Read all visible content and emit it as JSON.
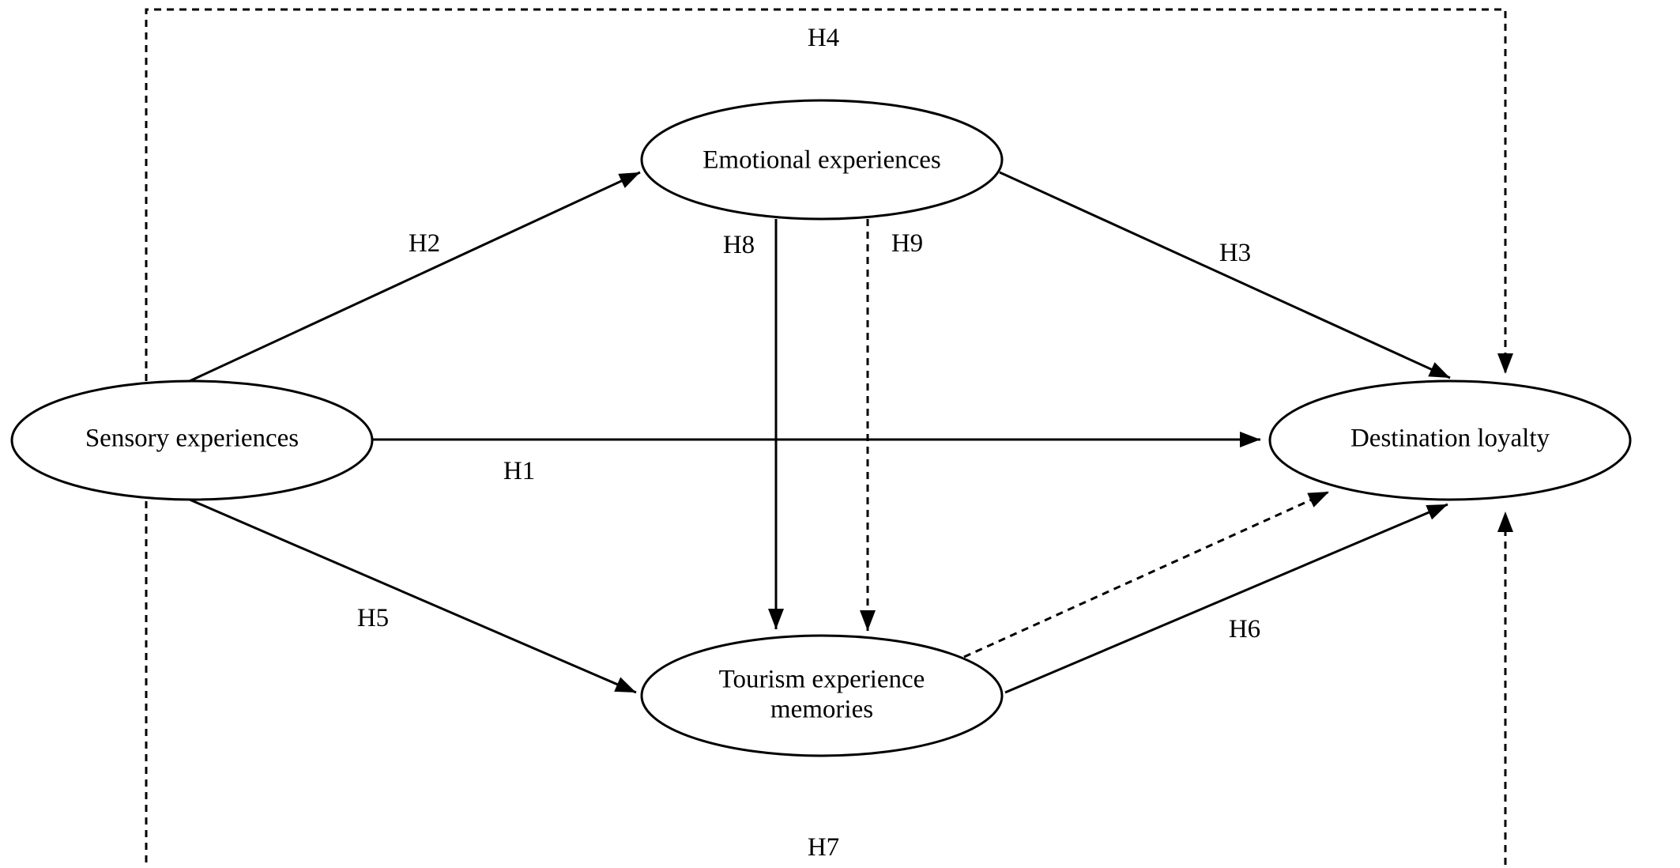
{
  "nodes": {
    "sensory": {
      "label": "Sensory experiences"
    },
    "emotional": {
      "label": "Emotional experiences"
    },
    "memories": {
      "label_line1": "Tourism experience",
      "label_line2": "memories"
    },
    "loyalty": {
      "label": "Destination loyalty"
    }
  },
  "edges": {
    "h1": {
      "label": "H1",
      "from": "Sensory experiences",
      "to": "Destination loyalty",
      "style": "solid"
    },
    "h2": {
      "label": "H2",
      "from": "Sensory experiences",
      "to": "Emotional experiences",
      "style": "solid"
    },
    "h3": {
      "label": "H3",
      "from": "Emotional experiences",
      "to": "Destination loyalty",
      "style": "solid"
    },
    "h4": {
      "label": "H4",
      "from": "Sensory experiences",
      "to": "Destination loyalty",
      "style": "dashed"
    },
    "h5": {
      "label": "H5",
      "from": "Sensory experiences",
      "to": "Tourism experience memories",
      "style": "solid"
    },
    "h6": {
      "label": "H6",
      "from": "Tourism experience memories",
      "to": "Destination loyalty",
      "style": "solid"
    },
    "h7": {
      "label": "H7",
      "from": "Sensory experiences",
      "to": "Destination loyalty",
      "style": "dashed"
    },
    "h8": {
      "label": "H8",
      "from": "Emotional experiences",
      "to": "Tourism experience memories",
      "style": "solid"
    },
    "h9": {
      "label": "H9",
      "from": "Emotional experiences",
      "to": "Tourism experience memories",
      "style": "dashed"
    }
  },
  "colors": {
    "stroke": "#000000",
    "background": "#ffffff"
  }
}
